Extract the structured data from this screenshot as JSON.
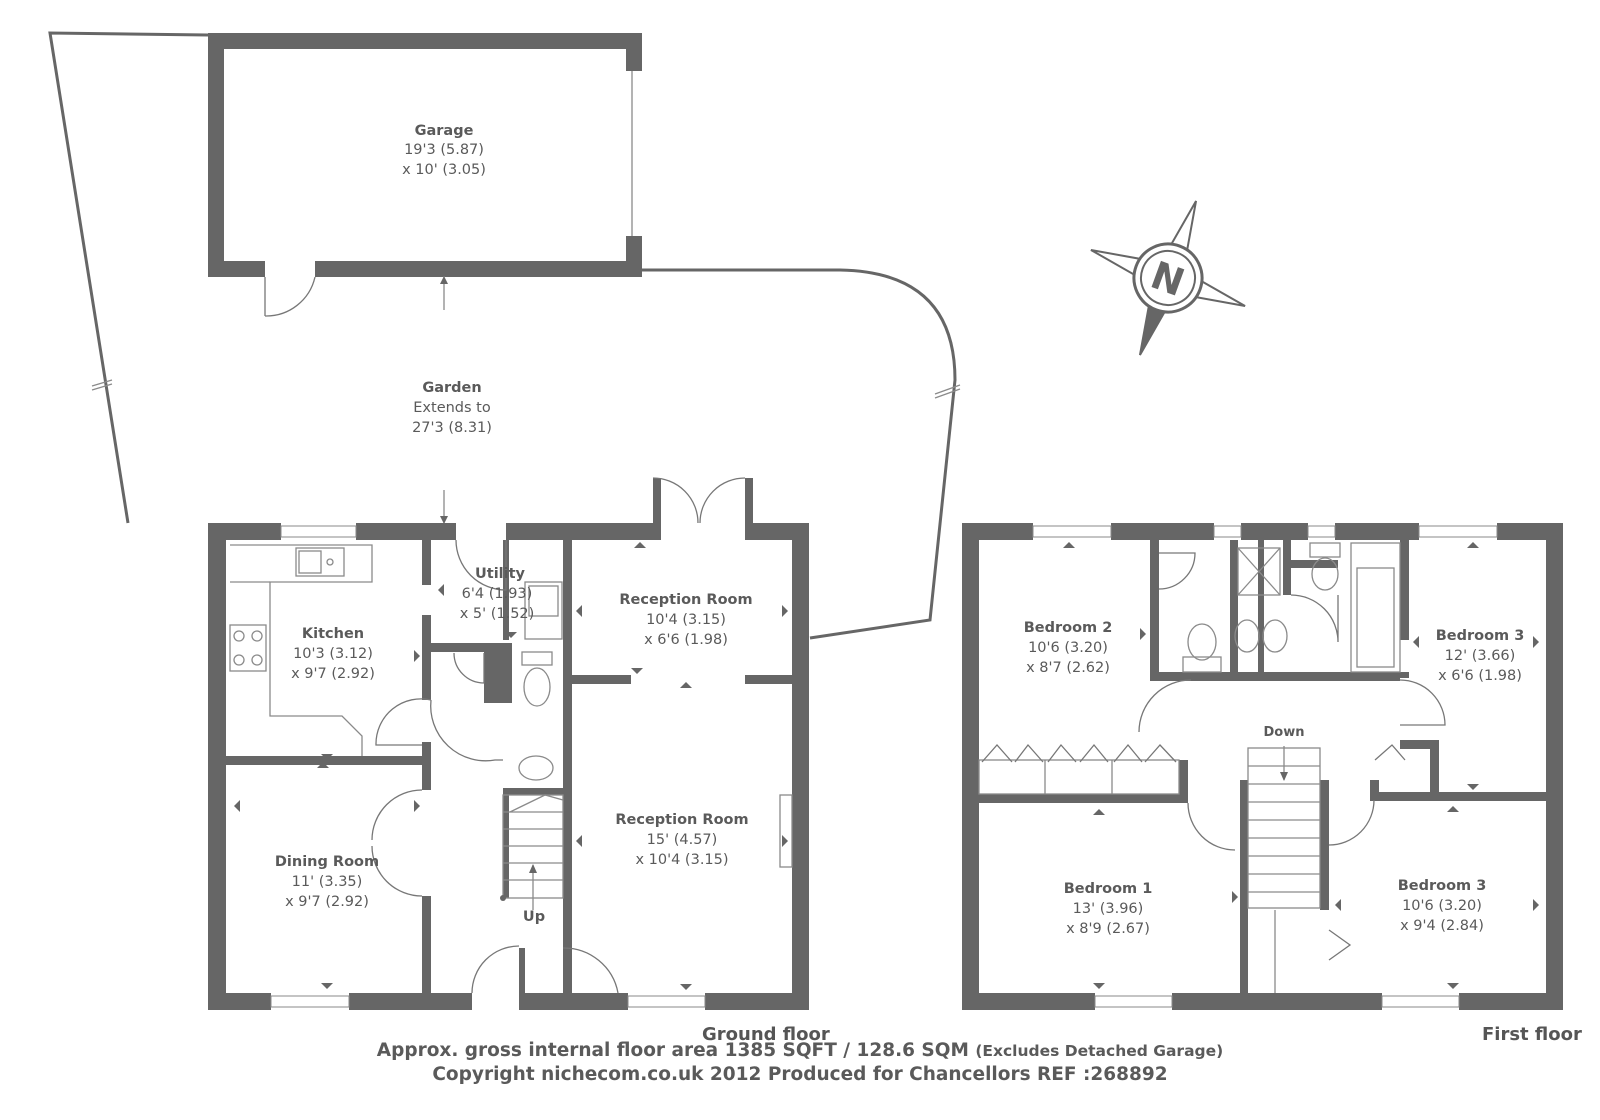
{
  "colors": {
    "wall": "#666666",
    "fixture": "#8a8a8a",
    "text": "#5a5a5a"
  },
  "rooms": {
    "garage": {
      "title": "Garage",
      "line1": "19'3 (5.87)",
      "line2": "x 10' (3.05)"
    },
    "garden": {
      "title": "Garden",
      "line1": "Extends to",
      "line2": "27'3 (8.31)"
    },
    "utility": {
      "title": "Utility",
      "line1": "6'4 (1.93)",
      "line2": "x 5' (1.52)"
    },
    "kitchen": {
      "title": "Kitchen",
      "line1": "10'3 (3.12)",
      "line2": "x 9'7 (2.92)"
    },
    "reception1": {
      "title": "Reception Room",
      "line1": "10'4 (3.15)",
      "line2": "x 6'6 (1.98)"
    },
    "reception2": {
      "title": "Reception Room",
      "line1": "15' (4.57)",
      "line2": "x 10'4 (3.15)"
    },
    "dining": {
      "title": "Dining Room",
      "line1": "11' (3.35)",
      "line2": "x 9'7 (2.92)"
    },
    "bedroom2": {
      "title": "Bedroom 2",
      "line1": "10'6 (3.20)",
      "line2": "x 8'7 (2.62)"
    },
    "bedroom3a": {
      "title": "Bedroom 3",
      "line1": "12' (3.66)",
      "line2": "x 6'6 (1.98)"
    },
    "bedroom1": {
      "title": "Bedroom 1",
      "line1": "13' (3.96)",
      "line2": "x 8'9 (2.67)"
    },
    "bedroom3b": {
      "title": "Bedroom 3",
      "line1": "10'6 (3.20)",
      "line2": "x 9'4 (2.84)"
    }
  },
  "stairs": {
    "up": "Up",
    "down": "Down"
  },
  "compass": {
    "letter": "N"
  },
  "floors": {
    "ground": "Ground floor",
    "first": "First floor"
  },
  "footer": {
    "line1_main": "Approx. gross internal floor area 1385 SQFT / 128.6 SQM",
    "line1_note": "(Excludes Detached Garage)",
    "line2": "Copyright nichecom.co.uk 2012 Produced for Chancellors REF :268892"
  }
}
